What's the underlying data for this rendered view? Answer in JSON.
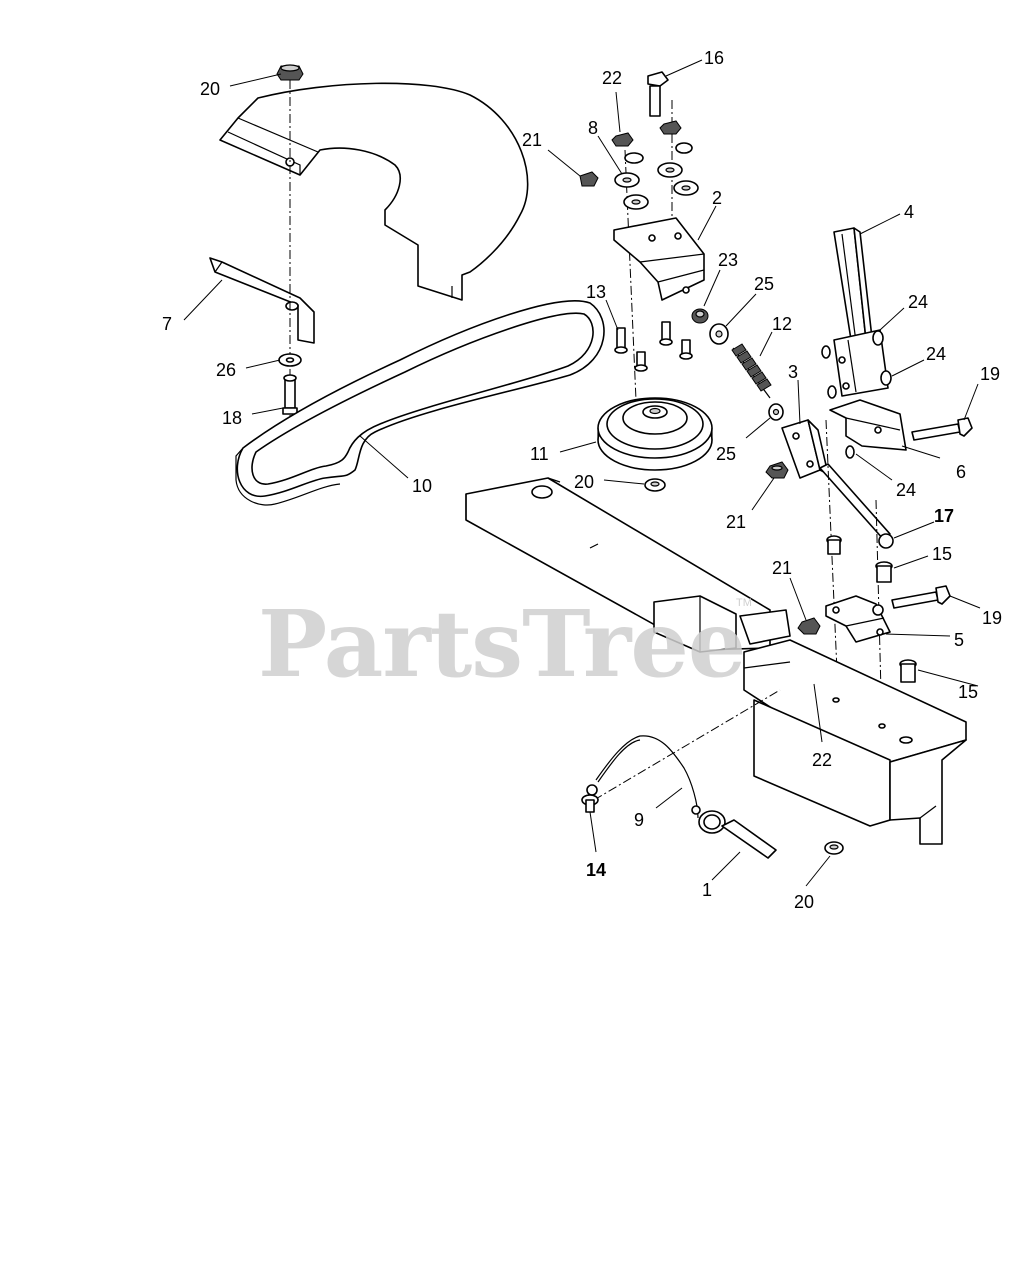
{
  "watermark": {
    "text": "PartsTree",
    "mark": "TM"
  },
  "callouts": [
    {
      "id": "c20a",
      "label": "20"
    },
    {
      "id": "c7",
      "label": "7"
    },
    {
      "id": "c26",
      "label": "26"
    },
    {
      "id": "c18",
      "label": "18"
    },
    {
      "id": "c10",
      "label": "10"
    },
    {
      "id": "c22a",
      "label": "22"
    },
    {
      "id": "c16",
      "label": "16"
    },
    {
      "id": "c8",
      "label": "8"
    },
    {
      "id": "c21a",
      "label": "21"
    },
    {
      "id": "c2",
      "label": "2"
    },
    {
      "id": "c23",
      "label": "23"
    },
    {
      "id": "c13",
      "label": "13"
    },
    {
      "id": "c25a",
      "label": "25"
    },
    {
      "id": "c12",
      "label": "12"
    },
    {
      "id": "c11",
      "label": "11"
    },
    {
      "id": "c20b",
      "label": "20"
    },
    {
      "id": "c25b",
      "label": "25"
    },
    {
      "id": "c4",
      "label": "4"
    },
    {
      "id": "c24a",
      "label": "24"
    },
    {
      "id": "c24b",
      "label": "24"
    },
    {
      "id": "c3",
      "label": "3"
    },
    {
      "id": "c19a",
      "label": "19"
    },
    {
      "id": "c6",
      "label": "6"
    },
    {
      "id": "c24c",
      "label": "24"
    },
    {
      "id": "c21b",
      "label": "21"
    },
    {
      "id": "c17",
      "label": "17"
    },
    {
      "id": "c15a",
      "label": "15"
    },
    {
      "id": "c21c",
      "label": "21"
    },
    {
      "id": "c19b",
      "label": "19"
    },
    {
      "id": "c5",
      "label": "5"
    },
    {
      "id": "c15b",
      "label": "15"
    },
    {
      "id": "c22b",
      "label": "22"
    },
    {
      "id": "c9",
      "label": "9"
    },
    {
      "id": "c14",
      "label": "14"
    },
    {
      "id": "c1",
      "label": "1"
    },
    {
      "id": "c20c",
      "label": "20"
    }
  ]
}
